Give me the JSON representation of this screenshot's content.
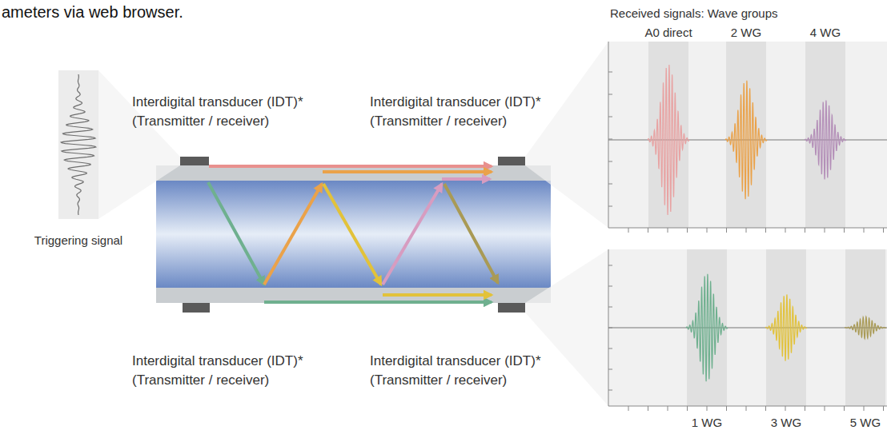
{
  "diagram": {
    "labels": [
      "ameters via web browser.",
      "Interdigital transducer (IDT)*",
      "(Transmitter / receiver)",
      "Interdigital transducer (IDT)*",
      "(Transmitter / receiver)",
      "Interdigital transducer (IDT)*",
      "(Transmitter / receiver)",
      "Interdigital transducer (IDT)*",
      "(Transmitter / receiver)",
      "Triggering signal",
      "Received signals: Wave groups",
      "A0 direct",
      "2 WG",
      "4 WG",
      "1 WG",
      "3 WG",
      "5 WG"
    ]
  }
}
